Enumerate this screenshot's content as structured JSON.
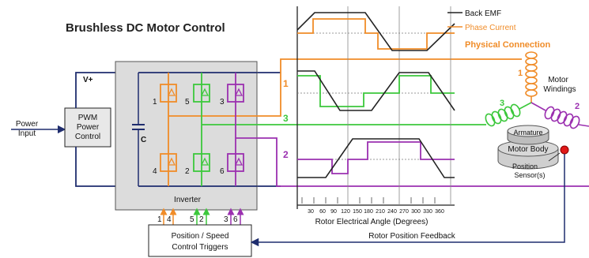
{
  "title": "Brushless DC Motor Control",
  "power_input": [
    "Power",
    "Input"
  ],
  "pwm_box": [
    "PWM",
    "Power",
    "Control"
  ],
  "vplus": "V+",
  "capacitor_label": "C",
  "inverter_label": "Inverter",
  "switch_numbers": [
    "1",
    "5",
    "3",
    "4",
    "2",
    "6"
  ],
  "trigger_numbers": [
    "1",
    "4",
    "5",
    "2",
    "3",
    "6"
  ],
  "trigger_box": [
    "Position / Speed",
    "Control Triggers"
  ],
  "phase_labels": [
    "1",
    "3",
    "2"
  ],
  "legend": {
    "back_emf": "Back EMF",
    "phase_current": "Phase Current"
  },
  "physical_connection": "Physical Connection",
  "motor_windings": [
    "Motor",
    "Windings"
  ],
  "armature": "Armature",
  "motor_body": "Motor Body",
  "position_sensor": [
    "Position",
    "Sensor(s)"
  ],
  "axis_ticks": [
    "30",
    "60",
    "90",
    "120",
    "150",
    "180",
    "210",
    "240",
    "270",
    "300",
    "330",
    "360"
  ],
  "axis_label": "Rotor Electrical Angle (Degrees)",
  "feedback_label": "Rotor Position Feedback",
  "colors": {
    "phase1": "#f08c28",
    "phase2": "#9b30b0",
    "phase3": "#3cc83c",
    "dark": "#1f2d6e",
    "red": "#e01818"
  }
}
